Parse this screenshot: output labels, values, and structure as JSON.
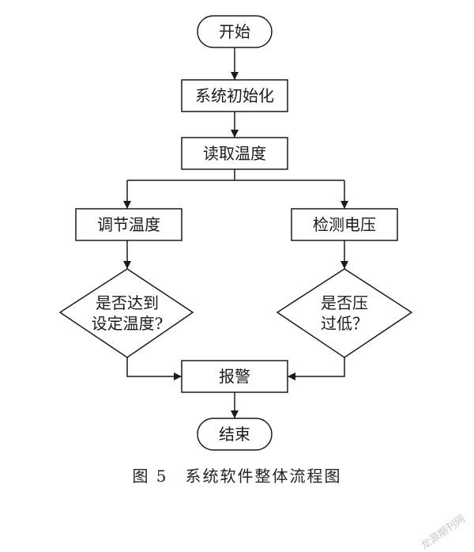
{
  "flowchart": {
    "start": "开始",
    "init": "系统初始化",
    "read_temp": "读取温度",
    "adjust_temp": "调节温度",
    "detect_voltage": "检测电压",
    "decision_temp_line1": "是否达到",
    "decision_temp_line2": "设定温度?",
    "decision_voltage_line1": "是否压",
    "decision_voltage_line2": "过低？",
    "alarm": "报警",
    "end": "结束"
  },
  "caption": "图 5　系统软件整体流程图",
  "watermark": "龙源期刊网"
}
